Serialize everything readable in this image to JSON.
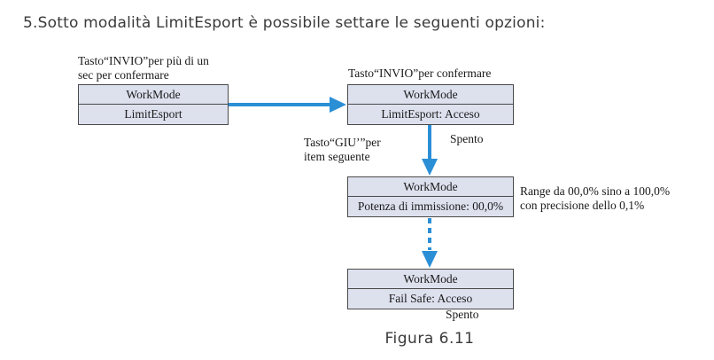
{
  "heading": "5.Sotto modalità LimitEsport è possibile settare le seguenti opzioni:",
  "caption": "Figura 6.11",
  "colors": {
    "arrow": "#2b8fd6",
    "box_fill": "#dde1ee",
    "box_border": "#4a4a4a"
  },
  "notes": {
    "enter_long_line1": "Tasto“INVIO”per più di un",
    "enter_long_line2": "sec per confermare",
    "enter_confirm": "Tasto“INVIO”per confermare",
    "down_line1": "Tasto“GIU’”per",
    "down_line2": "item seguente",
    "range_line1": "Range da 00,0% sino a 100,0%",
    "range_line2": "con precisione dello 0,1%"
  },
  "boxes": {
    "start": {
      "title": "WorkMode",
      "value": "LimitEsport"
    },
    "limit": {
      "title": "WorkMode",
      "value": "LimitEsport: Acceso",
      "alt": "Spento"
    },
    "power": {
      "title": "WorkMode",
      "value": "Potenza di immissione: 00,0%"
    },
    "failsafe": {
      "title": "WorkMode",
      "value": "Fail Safe: Acceso",
      "alt": "Spento"
    }
  }
}
